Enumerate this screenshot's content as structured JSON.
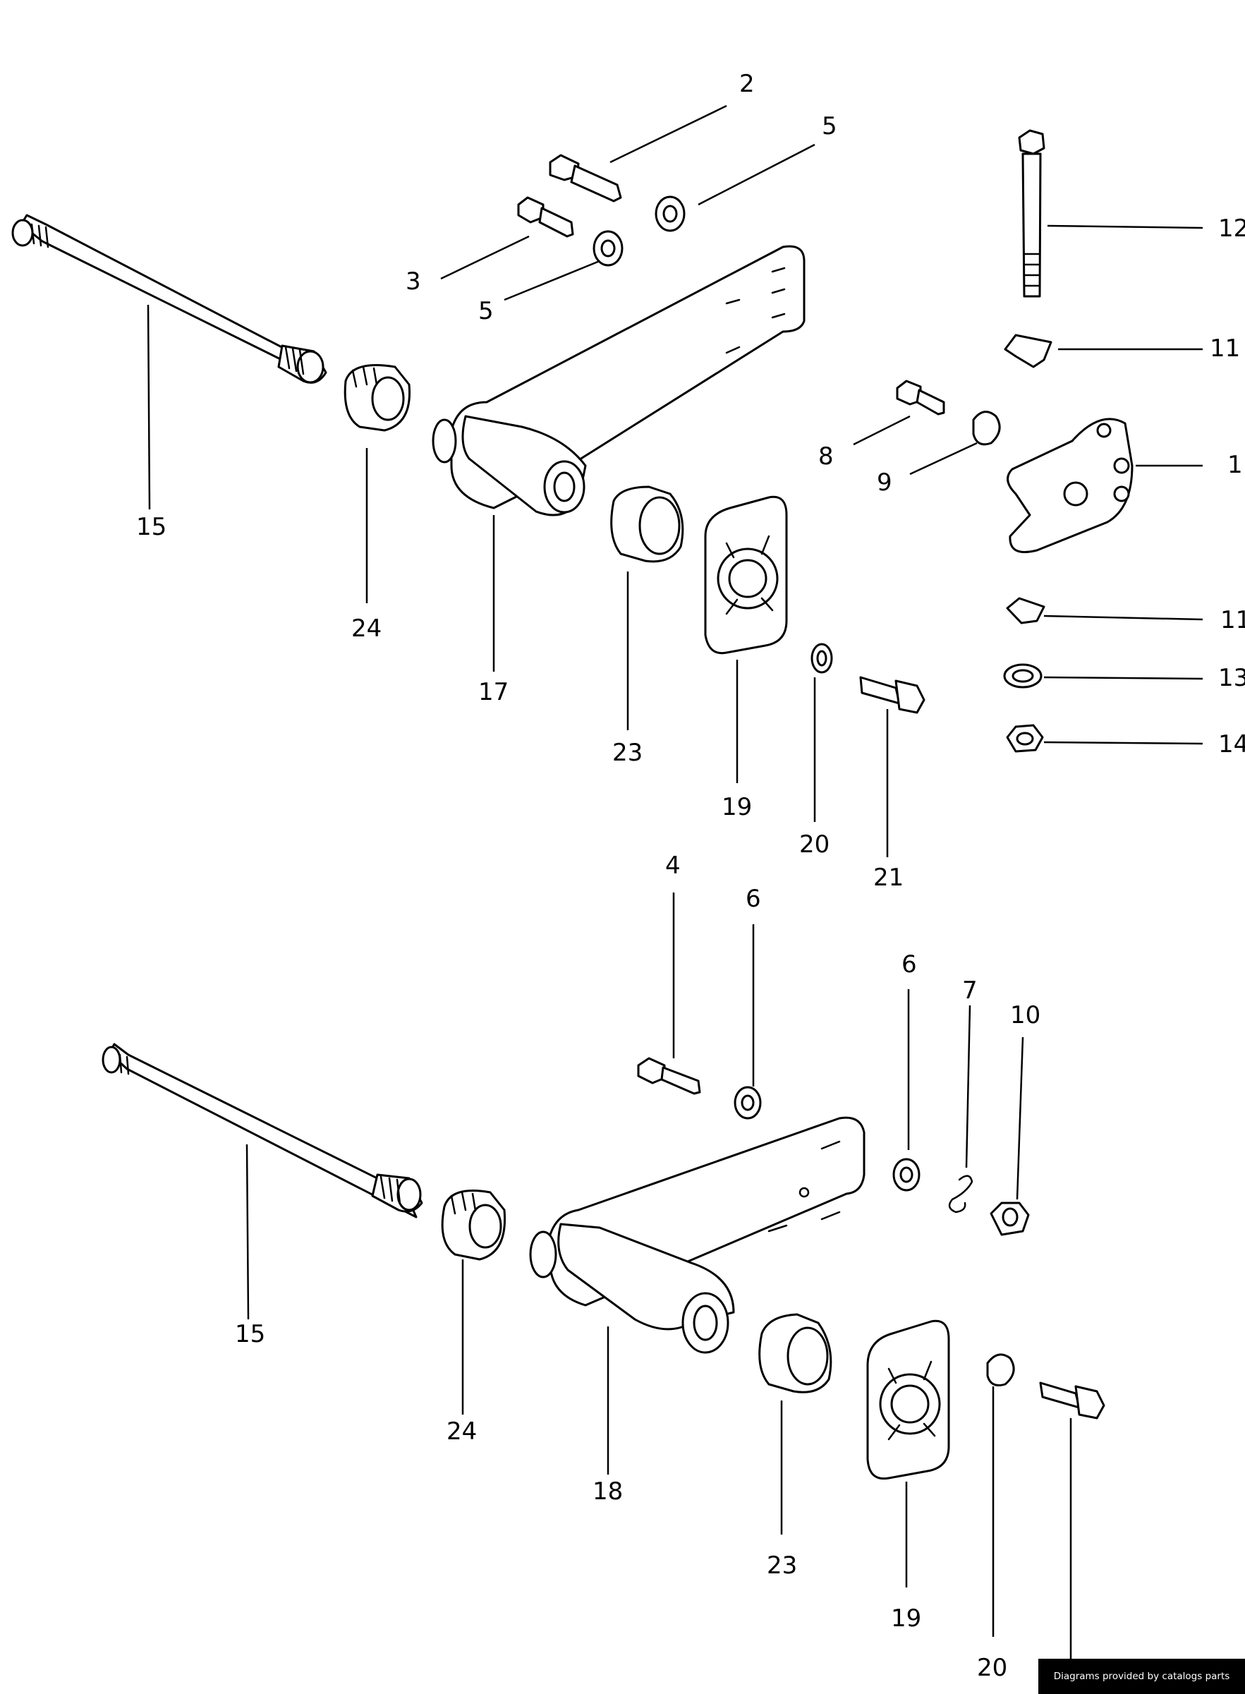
{
  "callouts": {
    "top": {
      "n1": "1",
      "n2": "2",
      "n3": "3",
      "n5a": "5",
      "n5b": "5",
      "n8": "8",
      "n9": "9",
      "n11a": "11",
      "n11b": "11",
      "n12": "12",
      "n13": "13",
      "n14": "14",
      "n15": "15",
      "n17": "17",
      "n19": "19",
      "n20": "20",
      "n21": "21",
      "n23": "23",
      "n24": "24"
    },
    "bottom": {
      "n4": "4",
      "n6a": "6",
      "n6b": "6",
      "n7": "7",
      "n10": "10",
      "n15": "15",
      "n18": "18",
      "n19": "19",
      "n20": "20",
      "n23": "23",
      "n24": "24"
    }
  },
  "credit": "Diagrams provided by catalogs parts"
}
